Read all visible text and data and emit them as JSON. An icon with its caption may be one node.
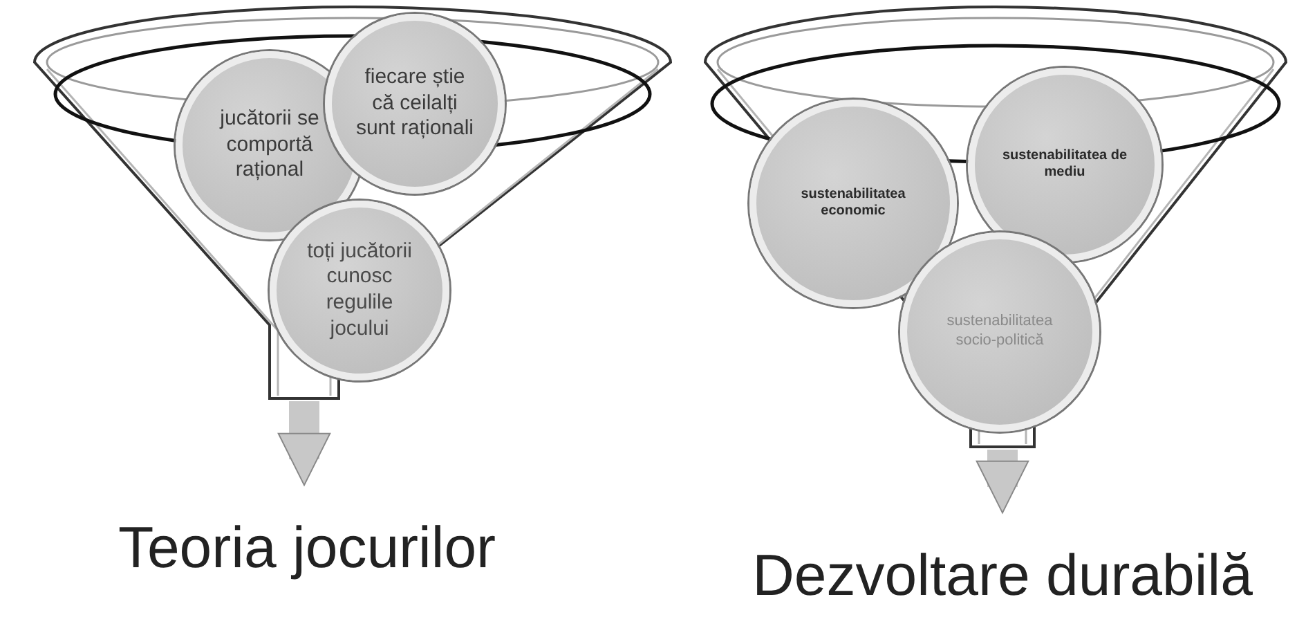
{
  "diagram": {
    "nodes": [
      {
        "text": [],
        "shape": "funnel"
      },
      {
        "text": [
          "jucătorii se comportă rațional"
        ],
        "in": 0
      },
      {
        "text": [
          "fiecare știe că ceilalți sunt raționali"
        ],
        "in": 0
      },
      {
        "text": [
          "toți jucătorii cunosc regulile jocului"
        ],
        "in": 0
      },
      {
        "text": [
          "Teoria jocurilor"
        ]
      },
      {
        "text": [],
        "shape": "funnel"
      },
      {
        "text": [
          "sustenabilitatea economic"
        ],
        "in": 5
      },
      {
        "text": [
          "sustenabilitatea de mediu"
        ],
        "in": 5
      },
      {
        "text": [
          "sustenabilitatea socio-politică"
        ],
        "in": 5
      },
      {
        "text": [
          "Dezvoltare durabilă"
        ]
      }
    ],
    "edges": [
      {
        "from": 0,
        "to": 4,
        "arrow": "to"
      },
      {
        "from": 5,
        "to": 9,
        "arrow": "to"
      }
    ]
  }
}
